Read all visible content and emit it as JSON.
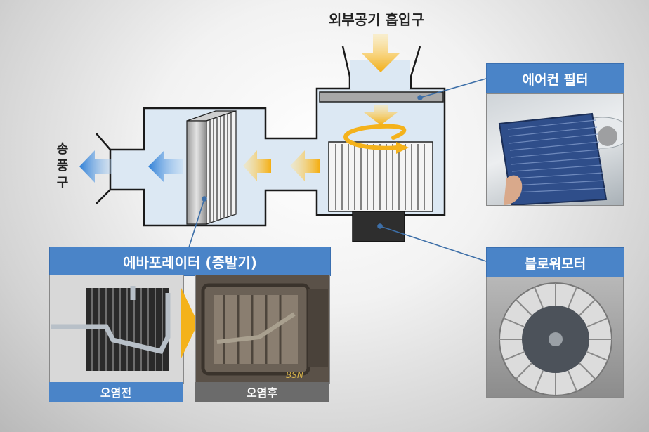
{
  "labels": {
    "intake": "외부공기 흡입구",
    "outlet": "송풍구",
    "filter": "에어컨 필터",
    "blower": "블로워모터",
    "evaporator": "에바포레이터 (증발기)",
    "before": "오염전",
    "after": "오염후"
  },
  "colors": {
    "duct_fill": "#dce8f3",
    "blue_label": "#4a84c8",
    "grey_label": "#6b6b6b",
    "arrow_yellow": "#f4b21b",
    "arrow_blue": "#4b8fd8"
  },
  "watermark": "BSN"
}
